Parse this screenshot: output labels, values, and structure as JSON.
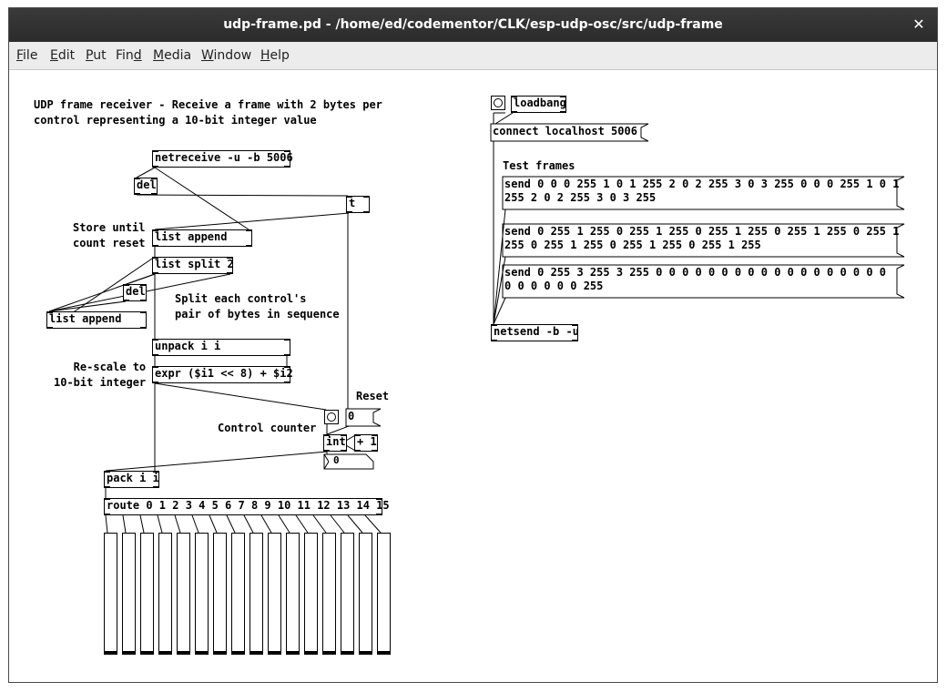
{
  "window": {
    "title": "udp-frame.pd  - /home/ed/codementor/CLK/esp-udp-osc/src/udp-frame",
    "close_glyph": "✕"
  },
  "menu": [
    {
      "label": "File",
      "accel": "F",
      "rest": "ile"
    },
    {
      "label": "Edit",
      "accel": "E",
      "rest": "dit"
    },
    {
      "label": "Put",
      "accel": "P",
      "rest": "ut"
    },
    {
      "label": "Find",
      "accel_index": 3
    },
    {
      "label": "Media",
      "accel": "M",
      "rest": "edia"
    },
    {
      "label": "Window",
      "accel": "W",
      "rest": "indow"
    },
    {
      "label": "Help",
      "accel": "H",
      "rest": "elp"
    }
  ],
  "menu_find": {
    "pre": "Fin",
    "accel": "d"
  },
  "comments": {
    "header": "UDP frame receiver - Receive a frame with 2 bytes per\ncontrol representing a 10-bit integer value",
    "store_until": "Store until\ncount reset",
    "split_each": "Split each control's\npair of bytes in sequence",
    "rescale": "Re-scale to\n10-bit integer",
    "control_counter": "Control counter",
    "reset": "Reset",
    "test_frames": "Test frames"
  },
  "objects": {
    "netreceive": "netreceive -u -b 5006",
    "del1": "del",
    "trigger": "t",
    "list_append1": "list append",
    "list_split": "list split 2",
    "del2": "del",
    "list_append2": "list append",
    "unpack": "unpack i i",
    "expr": "expr ($i1 << 8) + $i2",
    "int": "int",
    "plus_one": "+ 1",
    "pack": "pack i i",
    "route": "route 0 1 2 3 4 5 6 7 8 9 10 11 12 13 14 15",
    "loadbang": "loadbang",
    "netsend": "netsend -b -u"
  },
  "messages": {
    "reset_value": "0",
    "connect": "connect localhost 5006",
    "frame1": "send 0 0 0 255 1 0 1 255 2 0 2 255 3 0 3 255 0 0 0 255 1 0 1\n255 2 0 2 255 3 0 3 255",
    "frame2": "send 0 255 1 255 0 255 1 255 0 255 1 255 0 255 1 255 0 255 1\n255 0 255 1 255 0 255 1 255 0 255 1 255",
    "frame3": "send 0 255 3 255 3 255 0 0 0 0 0 0 0 0 0 0 0 0 0 0 0 0 0 0\n0 0 0 0 0 0 255"
  },
  "counter_display": "0",
  "sliders": {
    "count": 16,
    "values": [
      0,
      0,
      0,
      0,
      0,
      0,
      0,
      0,
      0,
      0,
      0,
      0,
      0,
      0,
      0,
      0
    ]
  }
}
